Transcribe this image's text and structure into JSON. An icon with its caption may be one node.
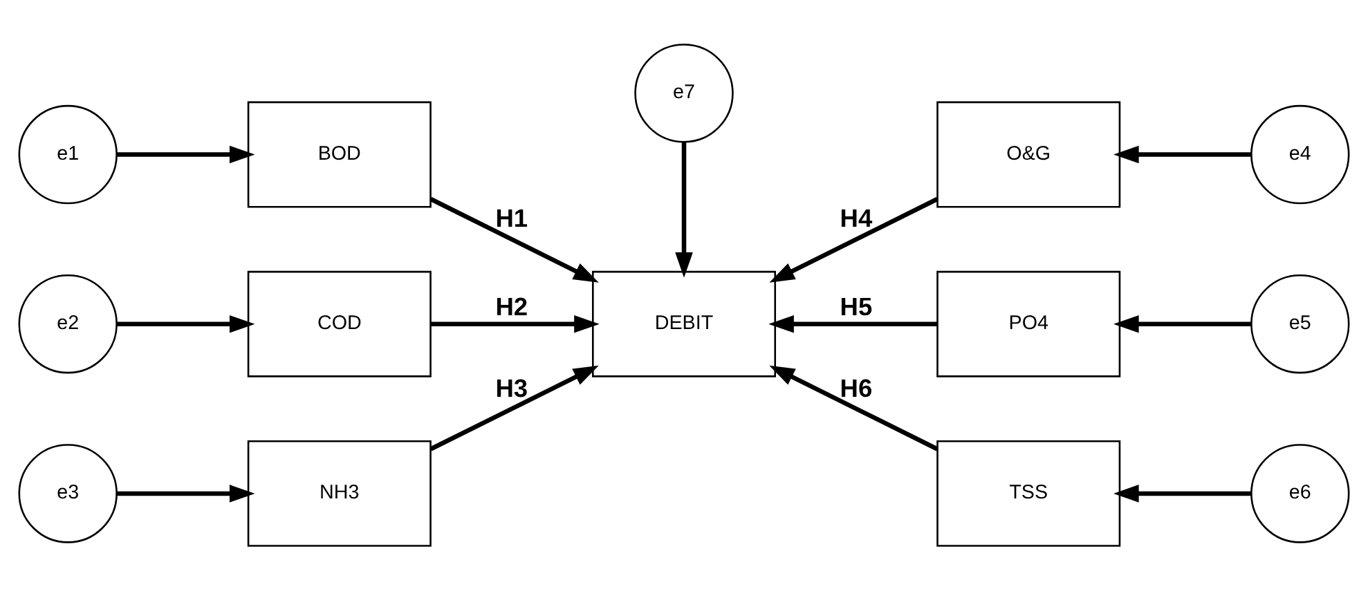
{
  "diagram": {
    "nodes": [
      {
        "text": [
          "e1"
        ]
      },
      {
        "text": [
          "BOD"
        ]
      },
      {
        "text": [
          "e7"
        ]
      },
      {
        "text": [
          "O&G"
        ]
      },
      {
        "text": [
          "e4"
        ]
      },
      {
        "text": [
          "e2"
        ]
      },
      {
        "text": [
          "COD"
        ]
      },
      {
        "text": [
          "DEBIT"
        ]
      },
      {
        "text": [
          "PO4"
        ]
      },
      {
        "text": [
          "e5"
        ]
      },
      {
        "text": [
          "e3"
        ]
      },
      {
        "text": [
          "NH3"
        ]
      },
      {
        "text": [
          "TSS"
        ]
      },
      {
        "text": [
          "e6"
        ]
      }
    ],
    "edges": [
      {
        "from": 0,
        "to": 1,
        "arrow": "to"
      },
      {
        "from": 5,
        "to": 6,
        "arrow": "to"
      },
      {
        "from": 10,
        "to": 11,
        "arrow": "to"
      },
      {
        "from": 4,
        "to": 3,
        "arrow": "to"
      },
      {
        "from": 9,
        "to": 8,
        "arrow": "to"
      },
      {
        "from": 13,
        "to": 12,
        "arrow": "to"
      },
      {
        "from": 1,
        "to": 7,
        "arrow": "to",
        "label": "H1"
      },
      {
        "from": 6,
        "to": 7,
        "arrow": "to",
        "label": "H2"
      },
      {
        "from": 11,
        "to": 7,
        "arrow": "to",
        "label": "H3"
      },
      {
        "from": 3,
        "to": 7,
        "arrow": "to",
        "label": "H4"
      },
      {
        "from": 8,
        "to": 7,
        "arrow": "to",
        "label": "H5"
      },
      {
        "from": 12,
        "to": 7,
        "arrow": "to",
        "label": "H6"
      },
      {
        "from": 2,
        "to": 7,
        "arrow": "to"
      }
    ]
  }
}
